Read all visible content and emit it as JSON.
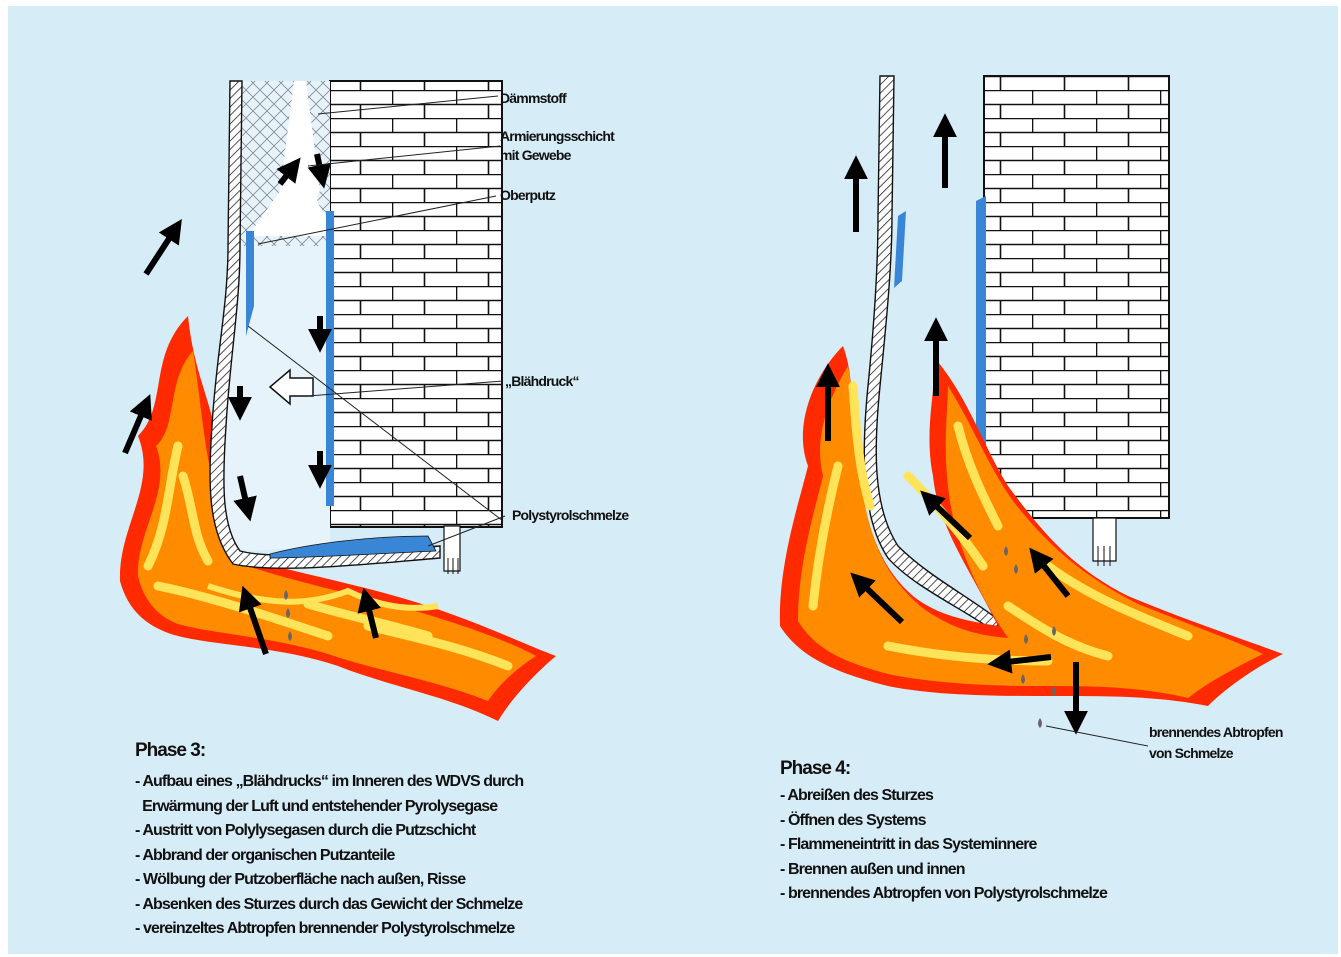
{
  "labels": {
    "daemmstoff": "Dämmstoff",
    "armierung_1": "Armierungsschicht",
    "armierung_2": "mit Gewebe",
    "oberputz": "Oberputz",
    "blaehdruck": "„Blähdruck“",
    "polystyrol": "Polystyrolschmelze",
    "abtropfen_1": "brennendes Abtropfen",
    "abtropfen_2": "von Schmelze"
  },
  "phase3": {
    "title": "Phase 3:",
    "items": [
      "- Aufbau eines „Blähdrucks“ im Inneren des WDVS durch",
      "  Erwärmung der Luft und entstehender Pyrolysegase",
      "- Austritt von Polylysegasen durch die Putzschicht",
      "- Abbrand der organischen Putzanteile",
      "- Wölbung der Putzoberfläche nach außen, Risse",
      "- Absenken des Sturzes durch das Gewicht der Schmelze",
      "- vereinzeltes Abtropfen brennender Polystyrolschmelze"
    ]
  },
  "phase4": {
    "title": "Phase 4:",
    "items": [
      "- Abreißen des Sturzes",
      "- Öffnen des Systems",
      "- Flammeneintritt in das Systeminnere",
      "- Brennen außen und innen",
      "- brennendes Abtropfen von Polystyrolschmelze"
    ]
  },
  "colors": {
    "background": "#d6ecf7",
    "flame_outer": "#ff2a00",
    "flame_mid": "#ff8c00",
    "flame_inner": "#ffe45a",
    "melt": "#3a86d6",
    "arrow": "#000000"
  }
}
